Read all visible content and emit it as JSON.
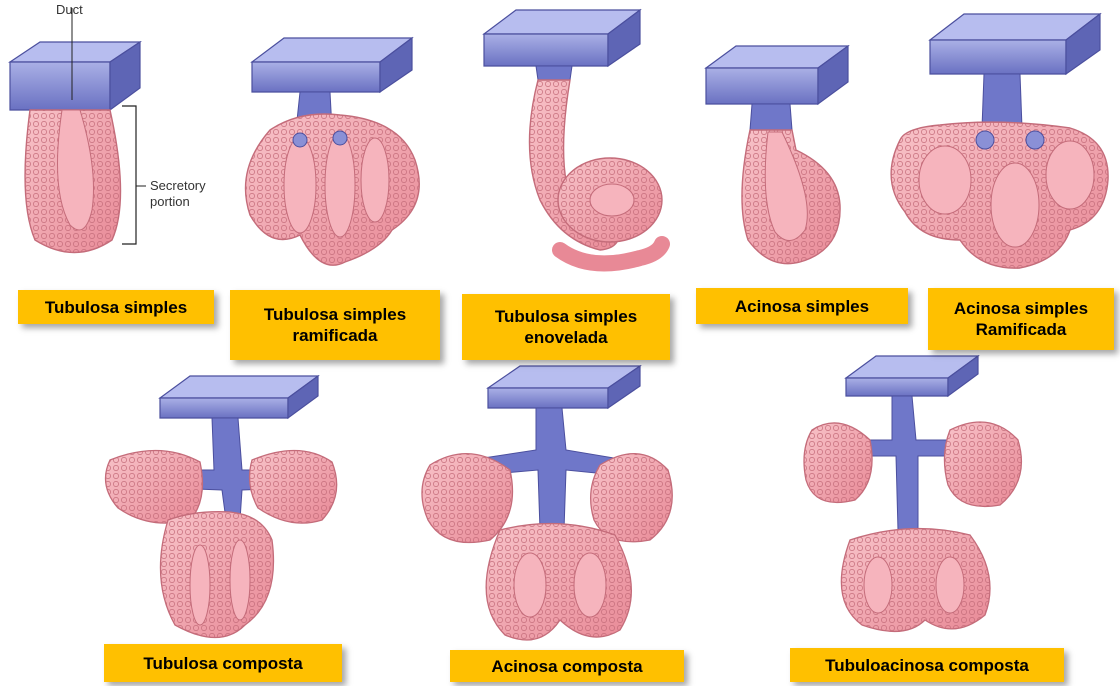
{
  "annotations": {
    "duct": "Duct",
    "secretory_portion": "Secretory\nportion"
  },
  "labels": {
    "tubulosa_simples": "Tubulosa simples",
    "tubulosa_simples_ramificada": "Tubulosa simples\nramificada",
    "tubulosa_simples_enovelada": "Tubulosa simples\nenovelada",
    "acinosa_simples": "Acinosa simples",
    "acinosa_simples_ramificada": "Acinosa simples\nRamificada",
    "tubulosa_composta": "Tubulosa composta",
    "acinosa_composta": "Acinosa composta",
    "tubuloacinosa_composta": "Tubuloacinosa composta"
  },
  "colors": {
    "label_background": "#ffc000",
    "epithelium_blue": "#7f86cf",
    "epithelium_blue_dark": "#4b4f9e",
    "secretory_pink": "#f3a9b2",
    "secretory_pink_dark": "#d9707e"
  }
}
